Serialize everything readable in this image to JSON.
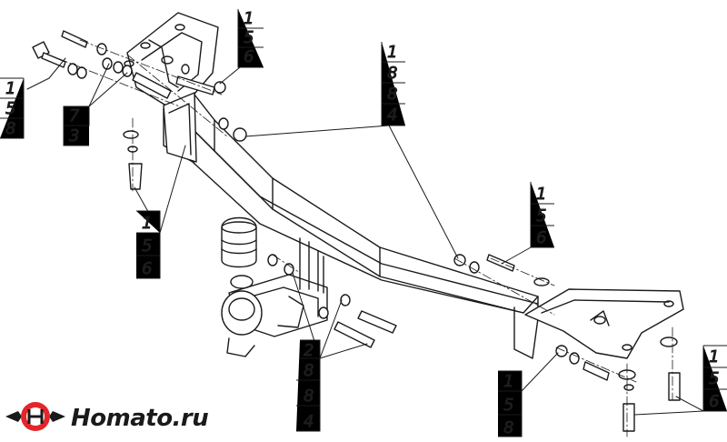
{
  "brand": {
    "name": "Homato.ru",
    "colors": {
      "red": "#e3262b",
      "dark": "#1a1a1a"
    }
  },
  "callouts": [
    {
      "id": "top-center",
      "lines": [
        "1",
        "5",
        "6"
      ]
    },
    {
      "id": "top-left",
      "lines": [
        "1",
        "5",
        "8"
      ]
    },
    {
      "id": "left-mid",
      "lines": [
        "7",
        "3"
      ]
    },
    {
      "id": "top-right",
      "lines": [
        "1",
        "8",
        "8",
        "4"
      ]
    },
    {
      "id": "left-lower",
      "lines": [
        "1",
        "5",
        "6"
      ]
    },
    {
      "id": "right-mid",
      "lines": [
        "1",
        "5",
        "6"
      ]
    },
    {
      "id": "bottom-center",
      "lines": [
        "2",
        "8",
        "8",
        "4"
      ]
    },
    {
      "id": "bottom-right-a",
      "lines": [
        "1",
        "5",
        "8"
      ]
    },
    {
      "id": "bottom-right-b",
      "lines": [
        "1",
        "5",
        "6"
      ]
    }
  ]
}
